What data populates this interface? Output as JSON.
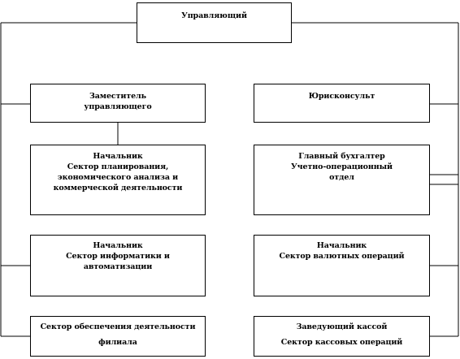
{
  "diagram": {
    "director": {
      "lines": [
        "Управляющий"
      ]
    },
    "deputy": {
      "lines": [
        "Заместитель",
        "управляющего"
      ]
    },
    "lawyer": {
      "lines": [
        "Юрисконсульт"
      ]
    },
    "planning": {
      "lines": [
        "Начальник",
        "Сектор планирования,",
        "экономического анализа и",
        "коммерческой деятельности"
      ]
    },
    "accountant": {
      "lines": [
        "Главный бухгалтер",
        "Учетно-операционный",
        "отдел"
      ]
    },
    "it_sector": {
      "lines": [
        "Начальник",
        "Сектор информатики и",
        "автоматизации"
      ]
    },
    "currency": {
      "lines": [
        "Начальник",
        "Сектор валютных операций"
      ]
    },
    "branch_support": {
      "lines": [
        "Сектор обеспечения деятельности",
        "филиала"
      ]
    },
    "cash": {
      "lines": [
        "Заведующий кассой",
        "Сектор кассовых операций"
      ]
    }
  }
}
